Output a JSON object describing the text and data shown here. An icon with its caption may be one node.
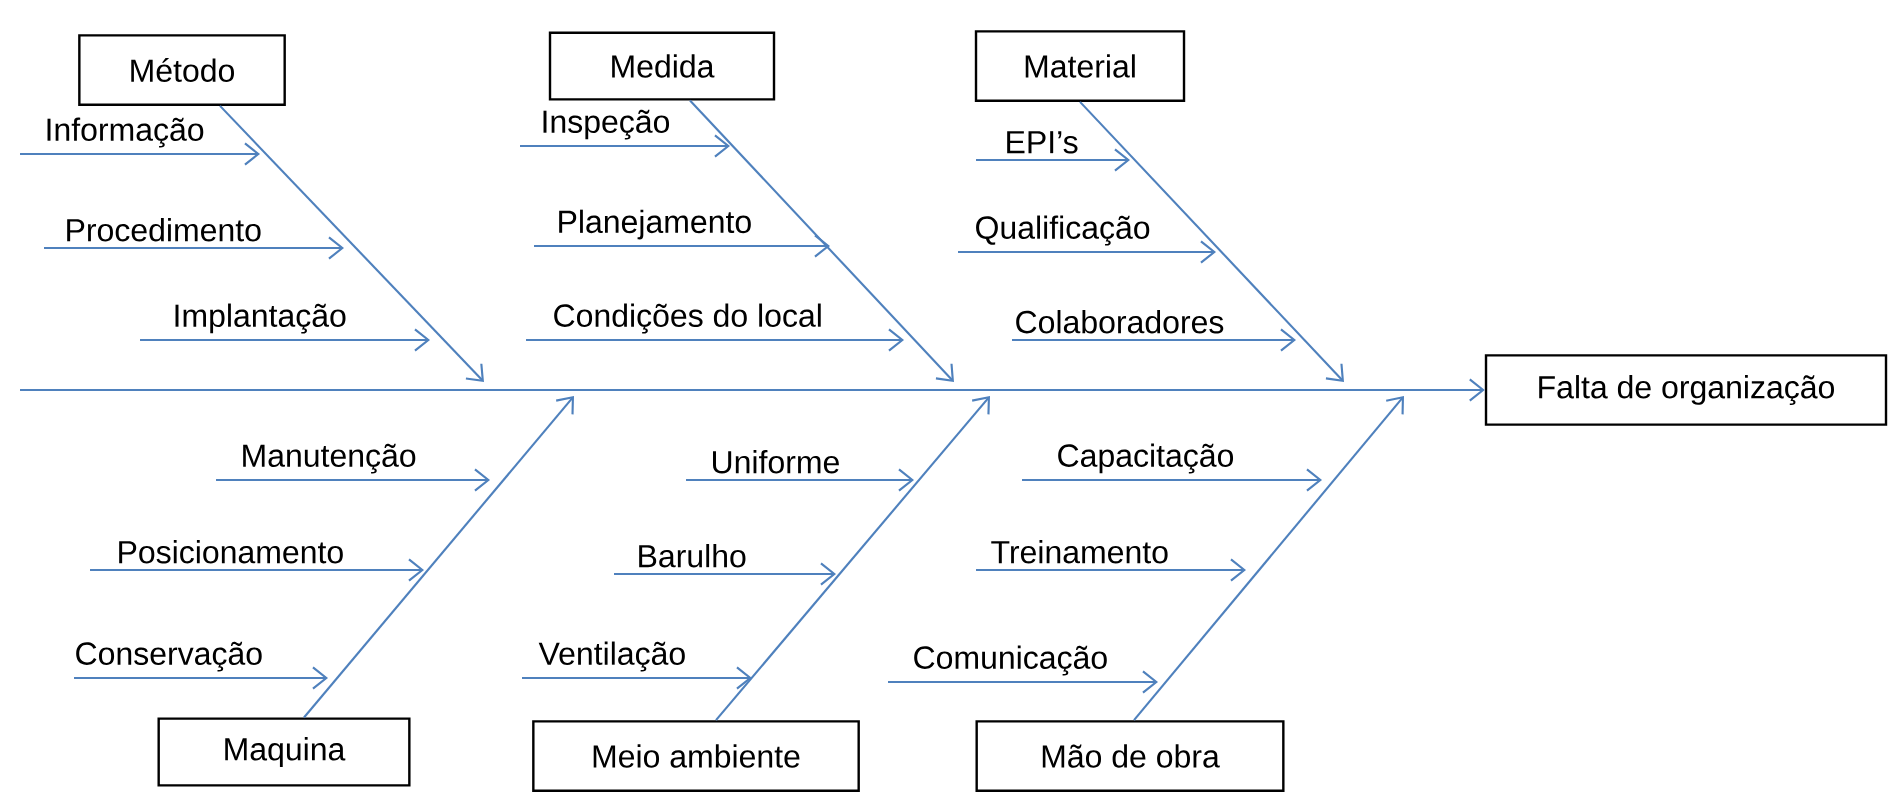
{
  "diagram": {
    "nodes": [
      {
        "text": [
          "Método"
        ]
      },
      {
        "text": [
          "Informação"
        ]
      },
      {
        "text": [
          "Procedimento"
        ]
      },
      {
        "text": [
          "Implantação"
        ]
      },
      {
        "text": [
          "Medida"
        ]
      },
      {
        "text": [
          "Inspeção"
        ]
      },
      {
        "text": [
          "Planejamento"
        ]
      },
      {
        "text": [
          "Condições do local"
        ]
      },
      {
        "text": [
          "Material"
        ]
      },
      {
        "text": [
          "EPI’s"
        ]
      },
      {
        "text": [
          "Qualificação"
        ]
      },
      {
        "text": [
          "Colaboradores"
        ]
      },
      {
        "text": [
          "Falta de organização"
        ]
      },
      {
        "text": [
          "Maquina"
        ]
      },
      {
        "text": [
          "Manutenção"
        ]
      },
      {
        "text": [
          "Posicionamento"
        ]
      },
      {
        "text": [
          "Conservação"
        ]
      },
      {
        "text": [
          "Meio ambiente"
        ]
      },
      {
        "text": [
          "Uniforme"
        ]
      },
      {
        "text": [
          "Barulho"
        ]
      },
      {
        "text": [
          "Ventilação"
        ]
      },
      {
        "text": [
          "Mão de obra"
        ]
      },
      {
        "text": [
          "Capacitação"
        ]
      },
      {
        "text": [
          "Treinamento"
        ]
      },
      {
        "text": [
          "Comunicação"
        ]
      }
    ],
    "edges": [
      {
        "from": null,
        "to": 12,
        "arrow": "to"
      },
      {
        "from": 0,
        "to": null,
        "arrow": "to"
      },
      {
        "from": 1,
        "to": null,
        "arrow": "to"
      },
      {
        "from": 2,
        "to": null,
        "arrow": "to"
      },
      {
        "from": 3,
        "to": null,
        "arrow": "to"
      },
      {
        "from": 4,
        "to": null,
        "arrow": "to"
      },
      {
        "from": 5,
        "to": null,
        "arrow": "to"
      },
      {
        "from": 6,
        "to": null,
        "arrow": "to"
      },
      {
        "from": 7,
        "to": null,
        "arrow": "to"
      },
      {
        "from": 8,
        "to": null,
        "arrow": "to"
      },
      {
        "from": 9,
        "to": null,
        "arrow": "to"
      },
      {
        "from": 10,
        "to": null,
        "arrow": "to"
      },
      {
        "from": 11,
        "to": null,
        "arrow": "to"
      },
      {
        "from": 13,
        "to": null,
        "arrow": "to"
      },
      {
        "from": 14,
        "to": null,
        "arrow": "to"
      },
      {
        "from": 15,
        "to": null,
        "arrow": "to"
      },
      {
        "from": 16,
        "to": null,
        "arrow": "to"
      },
      {
        "from": 17,
        "to": null,
        "arrow": "to"
      },
      {
        "from": 18,
        "to": null,
        "arrow": "to"
      },
      {
        "from": 19,
        "to": null,
        "arrow": "to"
      },
      {
        "from": 20,
        "to": null,
        "arrow": "to"
      },
      {
        "from": 21,
        "to": null,
        "arrow": "to"
      },
      {
        "from": 22,
        "to": null,
        "arrow": "to"
      },
      {
        "from": 23,
        "to": null,
        "arrow": "to"
      },
      {
        "from": 24,
        "to": null,
        "arrow": "to"
      }
    ]
  }
}
